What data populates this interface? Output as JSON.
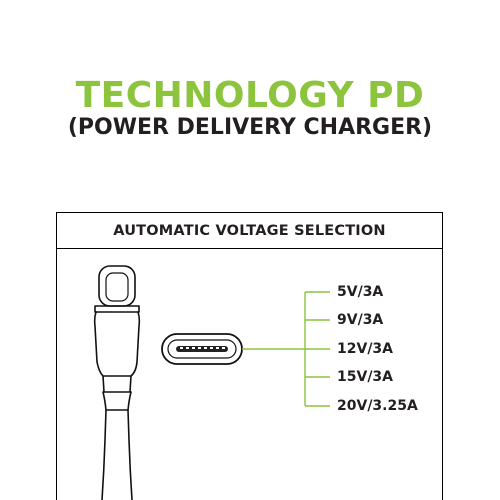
{
  "headline": {
    "title": "TECHNOLOGY PD",
    "subtitle": "(POWER DELIVERY CHARGER)"
  },
  "panel": {
    "header": "AUTOMATIC VOLTAGE SELECTION",
    "voltages": [
      "5V/3A",
      "9V/3A",
      "12V/3A",
      "15V/3A",
      "20V/3.25A"
    ]
  },
  "colors": {
    "accent_green": "#8cc43e",
    "text_dark": "#231f20",
    "line": "#000000"
  },
  "icons": [
    "usb-c-cable-icon",
    "usb-c-port-icon"
  ]
}
